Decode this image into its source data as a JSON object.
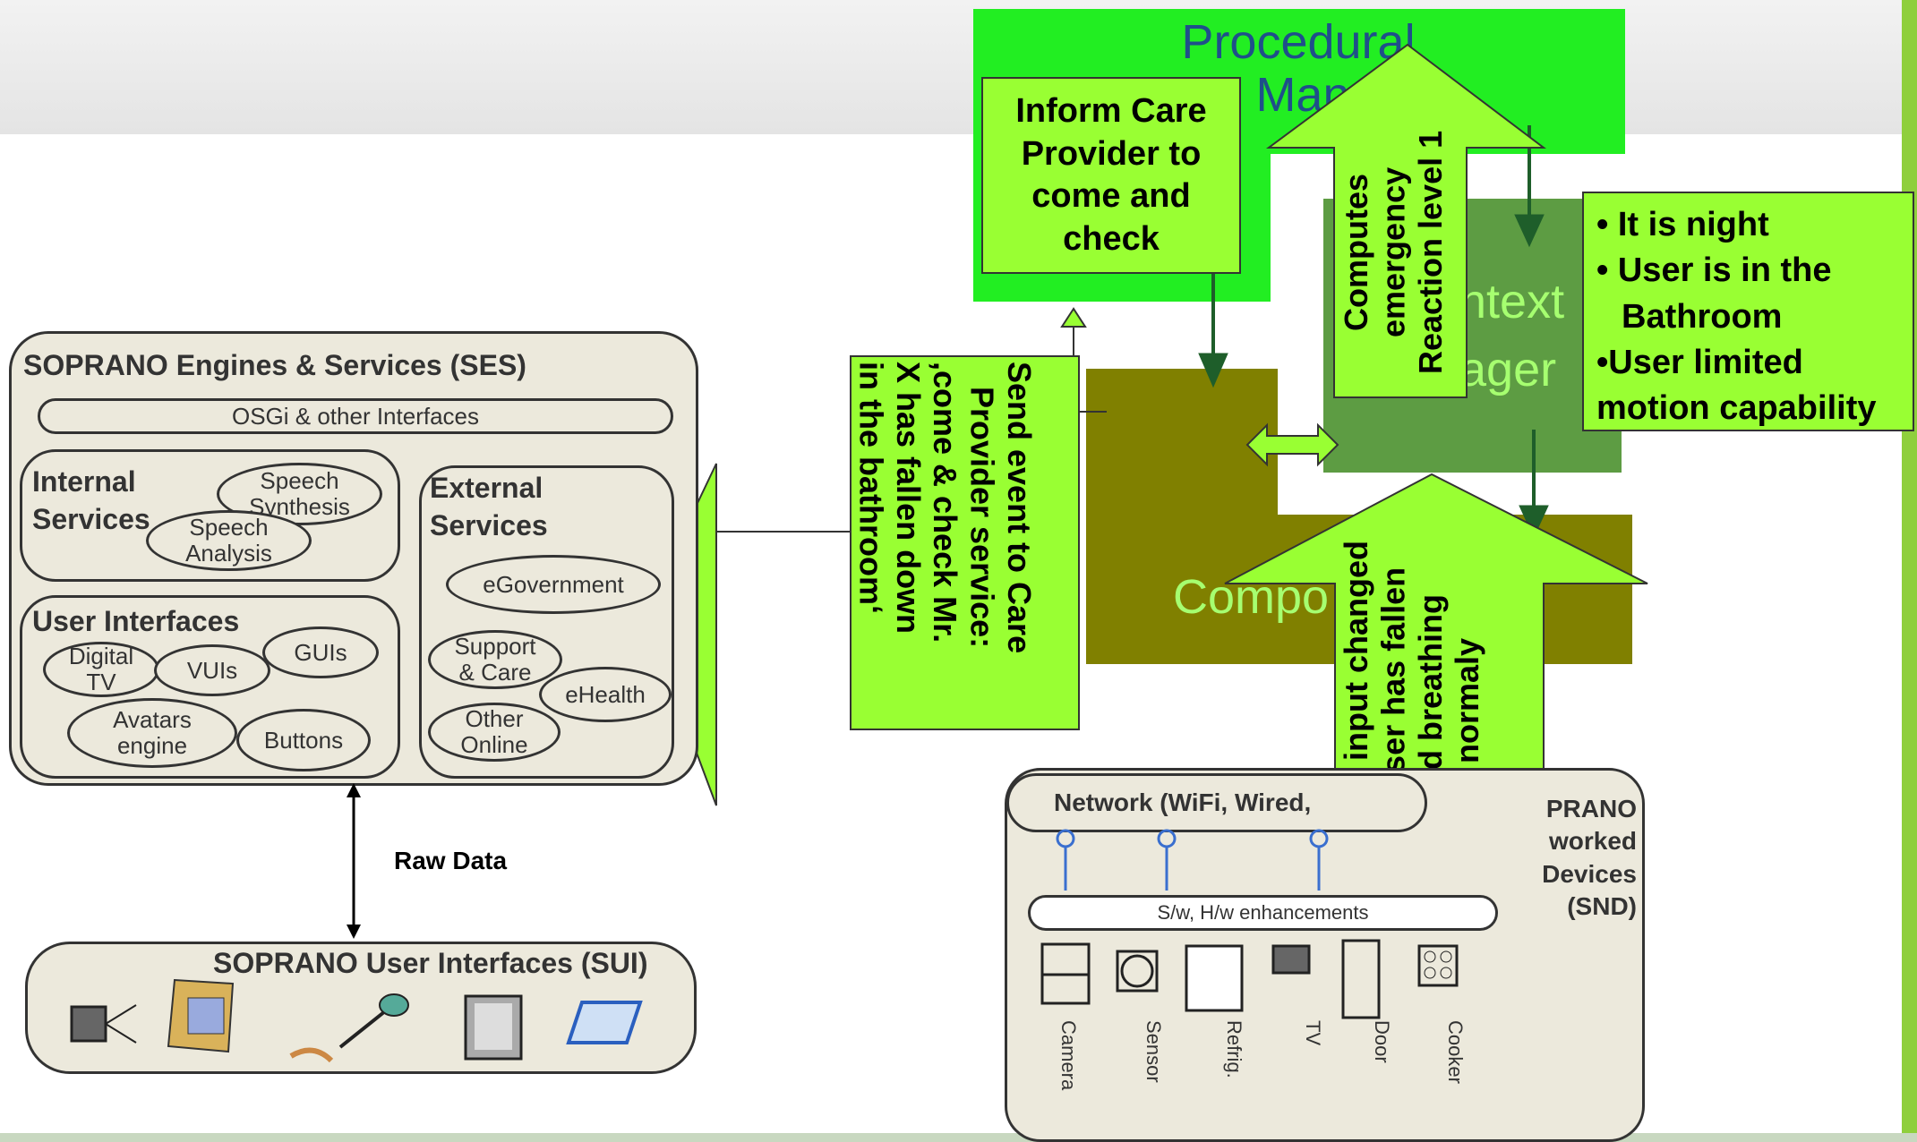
{
  "procedural": {
    "title_line1": "Procedural",
    "title_line2": "Mana"
  },
  "context": {
    "part1": "ntext",
    "part2": "ager"
  },
  "composer": {
    "label": "Compo"
  },
  "inform_box": {
    "text": "Inform Care Provider to come and check"
  },
  "context_facts": {
    "line1": "• It is night",
    "line2": "• User is in the",
    "line3": "Bathroom",
    "line4": "•User limited",
    "line5": "motion capability"
  },
  "computes_arrow": {
    "line1": "Computes",
    "line2": "emergency",
    "line3": "Reaction level 1"
  },
  "radar_arrow": {
    "line1": "Radar input changed",
    "line2": "=>User has fallen",
    "line3": "and breathing",
    "line4": "normaly"
  },
  "send_arrow": {
    "line1": "Send event to Care",
    "line2": "Provider service:",
    "line3": ",come & check Mr.",
    "line4": "X has fallen down",
    "line5": "in the bathroom‘"
  },
  "ses": {
    "title": "SOPRANO Engines & Services (SES)",
    "osgi": "OSGi & other Interfaces",
    "internal_title1": "Internal",
    "internal_title2": "Services",
    "speech_synthesis1": "Speech",
    "speech_synthesis2": "Synthesis",
    "speech_analysis1": "Speech",
    "speech_analysis2": "Analysis",
    "ui_title": "User Interfaces",
    "digital_tv1": "Digital",
    "digital_tv2": "TV",
    "vuis": "VUIs",
    "guis": "GUIs",
    "avatars1": "Avatars",
    "avatars2": "engine",
    "buttons": "Buttons",
    "external_title1": "External",
    "external_title2": "Services",
    "egovernment": "eGovernment",
    "support1": "Support",
    "support2": "& Care",
    "ehealth": "eHealth",
    "other1": "Other",
    "other2": "Online"
  },
  "raw_data": "Raw Data",
  "sui": {
    "title": "SOPRANO User Interfaces (SUI)"
  },
  "snd": {
    "network": "Network (WiFi, Wired,",
    "title1": "PRANO",
    "title2": "worked",
    "title3": "Devices",
    "title4": "(SND)",
    "enhancements": "S/w, H/w enhancements",
    "devices": [
      "Camera",
      "Sensor",
      "Refrig.",
      "TV",
      "Door",
      "Cooker"
    ]
  },
  "colors": {
    "bright_green": "#22ee22",
    "lime": "#99ff33",
    "dark_green": "#5d9c43",
    "olive": "#808000",
    "panel": "#ece9dc"
  }
}
